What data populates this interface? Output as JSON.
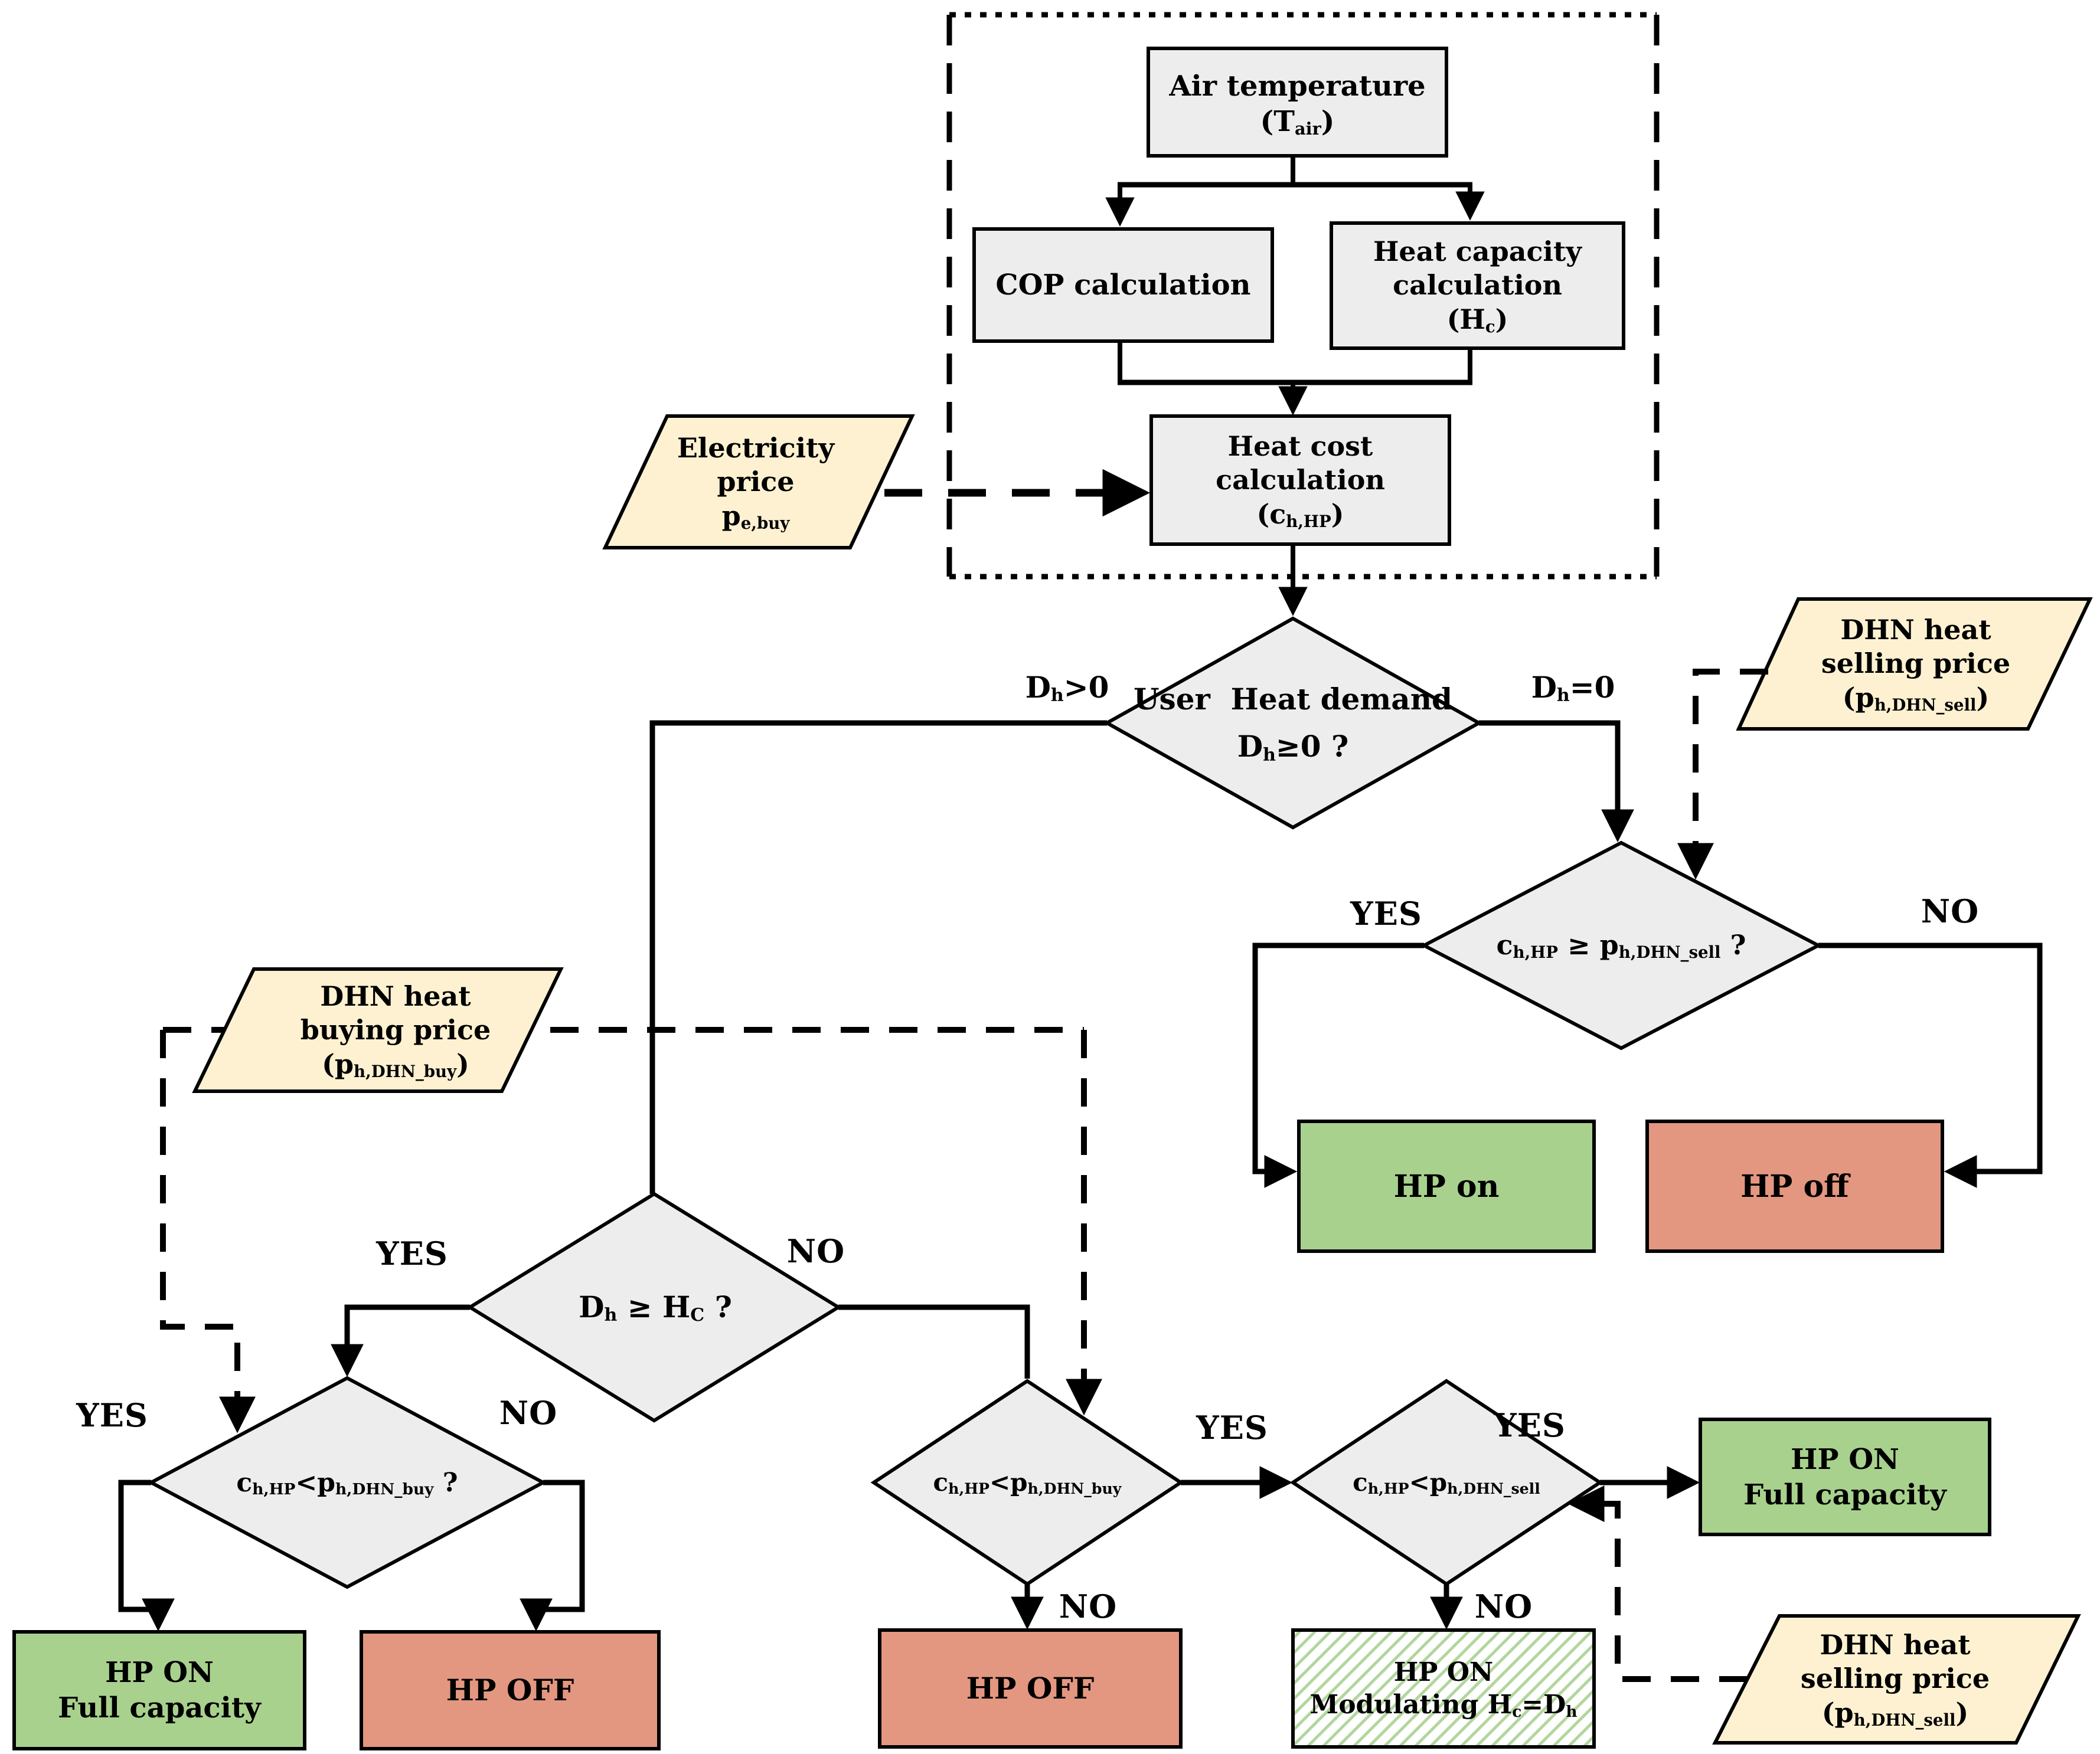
{
  "diagram": {
    "colors": {
      "process_fill": "#ededed",
      "io_fill": "#fdf1d1",
      "on_fill": "#a9d18e",
      "off_fill": "#e39780",
      "modulating_fill": "#ffffff",
      "hatch_green": "#b2d69c",
      "stroke": "#000000"
    }
  },
  "input_block": {
    "air_temperature": {
      "line1": [
        {
          "t": "Air temperature"
        }
      ],
      "line2": [
        {
          "t": "(T"
        },
        {
          "t": "air",
          "sub": true
        },
        {
          "t": ")"
        }
      ]
    },
    "cop": {
      "line1": [
        {
          "t": "COP calculation"
        }
      ]
    },
    "heat_capacity": {
      "line1": [
        {
          "t": "Heat capacity"
        }
      ],
      "line2": [
        {
          "t": "calculation"
        }
      ],
      "line3": [
        {
          "t": "(H"
        },
        {
          "t": "c",
          "sub": true
        },
        {
          "t": ")"
        }
      ]
    },
    "heat_cost": {
      "line1": [
        {
          "t": "Heat cost"
        }
      ],
      "line2": [
        {
          "t": "calculation"
        }
      ],
      "line3": [
        {
          "t": "(c"
        },
        {
          "t": "h,HP",
          "sub": true
        },
        {
          "t": ")"
        }
      ]
    }
  },
  "io": {
    "electricity_price": {
      "line1": [
        {
          "t": "Electricity"
        }
      ],
      "line2": [
        {
          "t": "price"
        }
      ],
      "line3": [
        {
          "t": "p"
        },
        {
          "t": "e,buy",
          "sub": true
        }
      ]
    },
    "dhn_sell_top": {
      "line1": [
        {
          "t": "DHN heat"
        }
      ],
      "line2": [
        {
          "t": "selling price"
        }
      ],
      "line3": [
        {
          "t": "(p"
        },
        {
          "t": "h,DHN_sell",
          "sub": true
        },
        {
          "t": ")"
        }
      ]
    },
    "dhn_buy": {
      "line1": [
        {
          "t": "DHN heat"
        }
      ],
      "line2": [
        {
          "t": "buying price"
        }
      ],
      "line3": [
        {
          "t": "(p"
        },
        {
          "t": "h,DHN_buy",
          "sub": true
        },
        {
          "t": ")"
        }
      ]
    },
    "dhn_sell_bottom": {
      "line1": [
        {
          "t": "DHN heat"
        }
      ],
      "line2": [
        {
          "t": "selling price"
        }
      ],
      "line3": [
        {
          "t": "(p"
        },
        {
          "t": "h,DHN_sell",
          "sub": true
        },
        {
          "t": ")"
        }
      ]
    }
  },
  "decisions": {
    "user_demand": {
      "line1": [
        {
          "t": "User  Heat demand"
        }
      ],
      "line2": [
        {
          "t": "D"
        },
        {
          "t": "h",
          "sub": true
        },
        {
          "t": "≥0 ?"
        }
      ]
    },
    "cost_vs_sell_top": {
      "line1": [
        {
          "t": "c"
        },
        {
          "t": "h,HP",
          "sub": true
        },
        {
          "t": " ≥ "
        },
        {
          "t": "p"
        },
        {
          "t": "h,DHN_sell",
          "sub": true
        },
        {
          "t": " ?"
        }
      ]
    },
    "demand_vs_capacity": {
      "line1": [
        {
          "t": "D"
        },
        {
          "t": "h",
          "sub": true
        },
        {
          "t": " ≥ "
        },
        {
          "t": "H"
        },
        {
          "t": "C",
          "sub": true
        },
        {
          "t": " ?"
        }
      ]
    },
    "cost_vs_buy_left": {
      "line1": [
        {
          "t": "c"
        },
        {
          "t": "h,HP",
          "sub": true
        },
        {
          "t": "<"
        },
        {
          "t": "p"
        },
        {
          "t": "h,DHN_buy",
          "sub": true
        },
        {
          "t": " ?"
        }
      ]
    },
    "cost_vs_buy_mid": {
      "line1": [
        {
          "t": "c"
        },
        {
          "t": "h,HP",
          "sub": true
        },
        {
          "t": "<"
        },
        {
          "t": "p"
        },
        {
          "t": "h,DHN_buy",
          "sub": true
        }
      ]
    },
    "cost_vs_sell_bottom": {
      "line1": [
        {
          "t": "c"
        },
        {
          "t": "h,HP",
          "sub": true
        },
        {
          "t": "<"
        },
        {
          "t": "p"
        },
        {
          "t": "h,DHN_sell",
          "sub": true
        }
      ]
    }
  },
  "outputs": {
    "hp_on": {
      "line1": [
        {
          "t": "HP on"
        }
      ]
    },
    "hp_off": {
      "line1": [
        {
          "t": "HP off"
        }
      ]
    },
    "hp_on_full_left": {
      "line1": [
        {
          "t": "HP ON"
        }
      ],
      "line2": [
        {
          "t": "Full capacity"
        }
      ]
    },
    "hp_off_left": {
      "line1": [
        {
          "t": "HP OFF"
        }
      ]
    },
    "hp_off_mid": {
      "line1": [
        {
          "t": "HP OFF"
        }
      ]
    },
    "hp_on_modulating": {
      "line1": [
        {
          "t": "HP ON"
        }
      ],
      "line2": [
        {
          "t": "Modulating H"
        },
        {
          "t": "c",
          "sub": true
        },
        {
          "t": "=D"
        },
        {
          "t": "h",
          "sub": true
        }
      ]
    },
    "hp_on_full_right": {
      "line1": [
        {
          "t": "HP ON"
        }
      ],
      "line2": [
        {
          "t": "Full capacity"
        }
      ]
    }
  },
  "branch_labels": {
    "yes": "YES",
    "no": "NO",
    "dh_gt_0": [
      {
        "t": "D"
      },
      {
        "t": "h",
        "sub": true
      },
      {
        "t": ">0"
      }
    ],
    "dh_eq_0": [
      {
        "t": "D"
      },
      {
        "t": "h",
        "sub": true
      },
      {
        "t": "=0"
      }
    ]
  }
}
